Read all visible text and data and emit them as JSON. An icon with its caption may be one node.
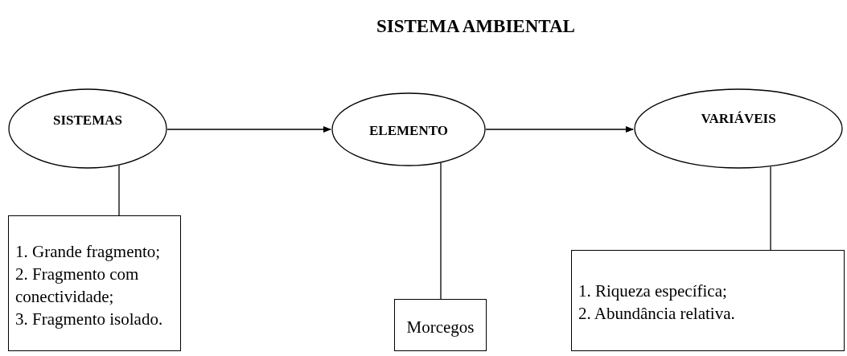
{
  "diagram": {
    "title": "SISTEMA AMBIENTAL",
    "nodes": [
      {
        "text": [
          "SISTEMAS"
        ]
      },
      {
        "text": [
          "ELEMENTO"
        ]
      },
      {
        "text": [
          "VARIÁVEIS"
        ]
      },
      {
        "text": [
          "1. Grande fragmento;",
          "2. Fragmento com conectividade;",
          "3. Fragmento isolado."
        ]
      },
      {
        "text": [
          "Morcegos"
        ]
      },
      {
        "text": [
          "1. Riqueza específica;",
          "2. Abundância relativa."
        ]
      }
    ],
    "edges": [
      {
        "from": 0,
        "to": 1,
        "arrow": "to"
      },
      {
        "from": 1,
        "to": 2,
        "arrow": "to"
      },
      {
        "from": 0,
        "to": 3,
        "arrow": "none"
      },
      {
        "from": 1,
        "to": 4,
        "arrow": "none"
      },
      {
        "from": 2,
        "to": 5,
        "arrow": "none"
      }
    ]
  }
}
